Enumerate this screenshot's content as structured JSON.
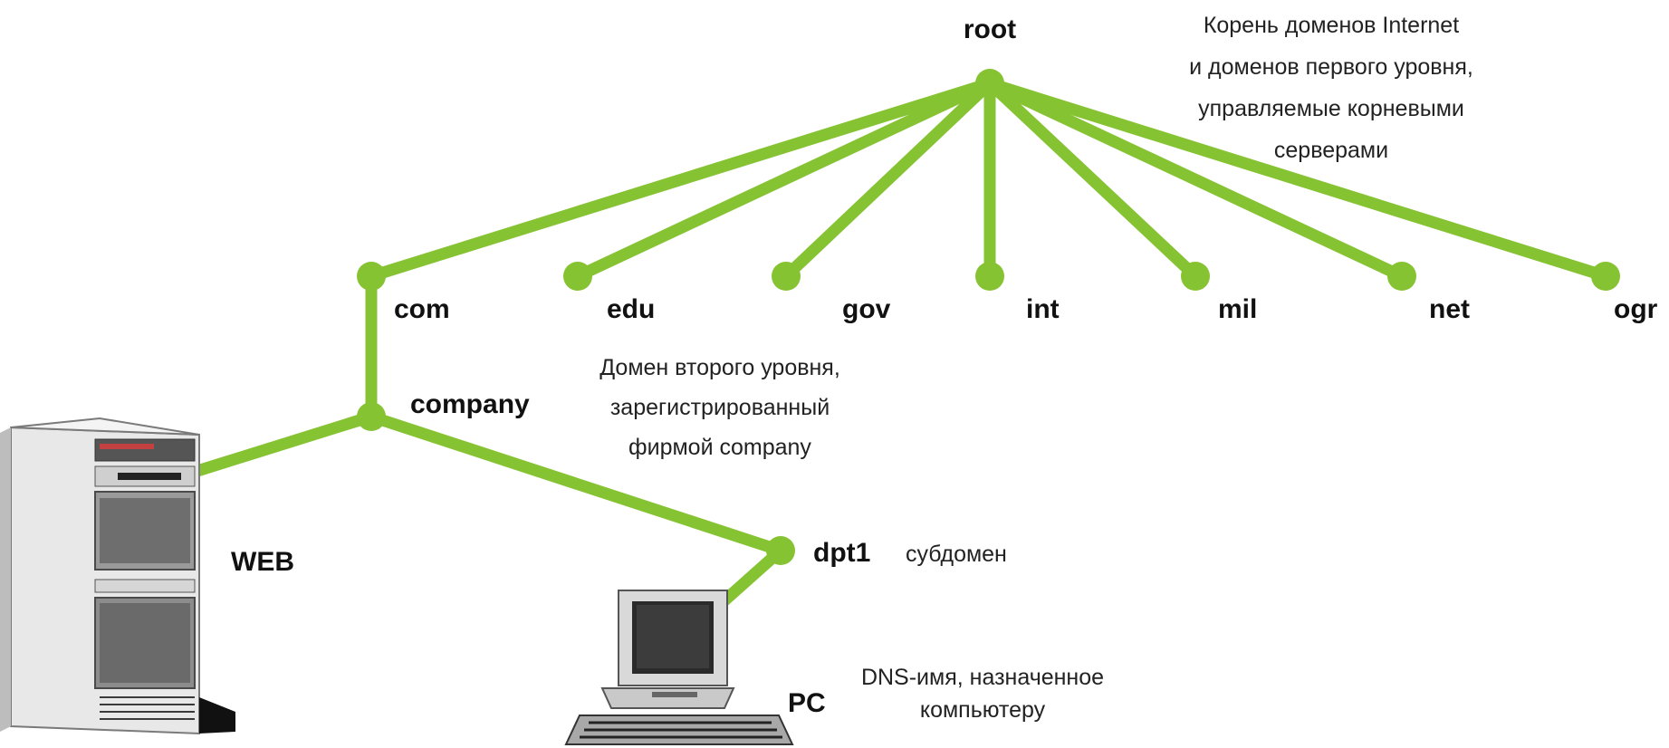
{
  "colors": {
    "tree": "#86c332",
    "text": "#111111"
  },
  "nodes": {
    "root": "root",
    "com": "com",
    "edu": "edu",
    "gov": "gov",
    "int": "int",
    "mil": "mil",
    "net": "net",
    "ogr": "ogr",
    "company": "company",
    "dpt1": "dpt1",
    "web": "WEB",
    "pc": "PC"
  },
  "notes": {
    "root_note": [
      "Корень доменов Internet",
      "и доменов первого уровня,",
      "управляемые корневыми",
      "серверами"
    ],
    "second_level_note": [
      "Домен второго уровня,",
      "зарегистрированный",
      "фирмой company"
    ],
    "subdomain_note": "субдомен",
    "dns_note": [
      "DNS-имя, назначенное",
      "компьютеру"
    ]
  },
  "icons": {
    "server": "server-tower-icon",
    "pc": "desktop-computer-icon"
  }
}
